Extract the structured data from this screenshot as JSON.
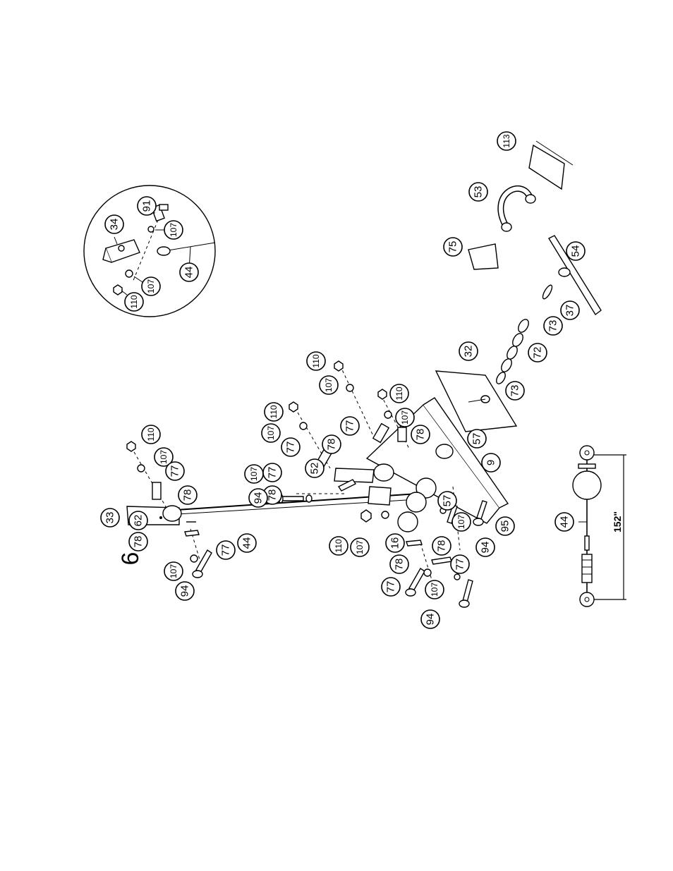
{
  "figure_number": "6",
  "dimension_label": "152\"",
  "detail_callouts": [
    {
      "id": "d34",
      "label": "34"
    },
    {
      "id": "d91",
      "label": "91"
    },
    {
      "id": "d107a",
      "label": "107"
    },
    {
      "id": "d107b",
      "label": "107"
    },
    {
      "id": "d110",
      "label": "110"
    },
    {
      "id": "d44",
      "label": "44"
    }
  ],
  "main_callouts": [
    {
      "id": "c113",
      "label": "113"
    },
    {
      "id": "c53",
      "label": "53"
    },
    {
      "id": "c75",
      "label": "75"
    },
    {
      "id": "c54",
      "label": "54"
    },
    {
      "id": "c37",
      "label": "37"
    },
    {
      "id": "c73a",
      "label": "73"
    },
    {
      "id": "c72",
      "label": "72"
    },
    {
      "id": "c73b",
      "label": "73"
    },
    {
      "id": "c32",
      "label": "32"
    },
    {
      "id": "c110a",
      "label": "110"
    },
    {
      "id": "c107a",
      "label": "107"
    },
    {
      "id": "c110b",
      "label": "110"
    },
    {
      "id": "c107b",
      "label": "107"
    },
    {
      "id": "c77a",
      "label": "77"
    },
    {
      "id": "c78a",
      "label": "78"
    },
    {
      "id": "c57a",
      "label": "57"
    },
    {
      "id": "c9",
      "label": "9"
    },
    {
      "id": "c110c",
      "label": "110"
    },
    {
      "id": "c107c",
      "label": "107"
    },
    {
      "id": "c77b",
      "label": "77"
    },
    {
      "id": "c78b",
      "label": "78"
    },
    {
      "id": "c52",
      "label": "52"
    },
    {
      "id": "c107d",
      "label": "107"
    },
    {
      "id": "c77c",
      "label": "77"
    },
    {
      "id": "c78c",
      "label": "78"
    },
    {
      "id": "c94a",
      "label": "94"
    },
    {
      "id": "c57b",
      "label": "57"
    },
    {
      "id": "c107e",
      "label": "107"
    },
    {
      "id": "c95",
      "label": "95"
    },
    {
      "id": "c94b",
      "label": "94"
    },
    {
      "id": "c110d",
      "label": "110"
    },
    {
      "id": "c107f",
      "label": "107"
    },
    {
      "id": "c16",
      "label": "16"
    },
    {
      "id": "c78d",
      "label": "78"
    },
    {
      "id": "c77d",
      "label": "77"
    },
    {
      "id": "c78e",
      "label": "78"
    },
    {
      "id": "c107g",
      "label": "107"
    },
    {
      "id": "c77e",
      "label": "77"
    },
    {
      "id": "c94c",
      "label": "94"
    },
    {
      "id": "c110e",
      "label": "110"
    },
    {
      "id": "c107h",
      "label": "107"
    },
    {
      "id": "c77f",
      "label": "77"
    },
    {
      "id": "c78f",
      "label": "78"
    },
    {
      "id": "c33",
      "label": "33"
    },
    {
      "id": "c62",
      "label": "62"
    },
    {
      "id": "c78g",
      "label": "78"
    },
    {
      "id": "c107i",
      "label": "107"
    },
    {
      "id": "c77g",
      "label": "77"
    },
    {
      "id": "c94d",
      "label": "94"
    },
    {
      "id": "c44",
      "label": "44"
    },
    {
      "id": "c44b",
      "label": "44"
    }
  ]
}
